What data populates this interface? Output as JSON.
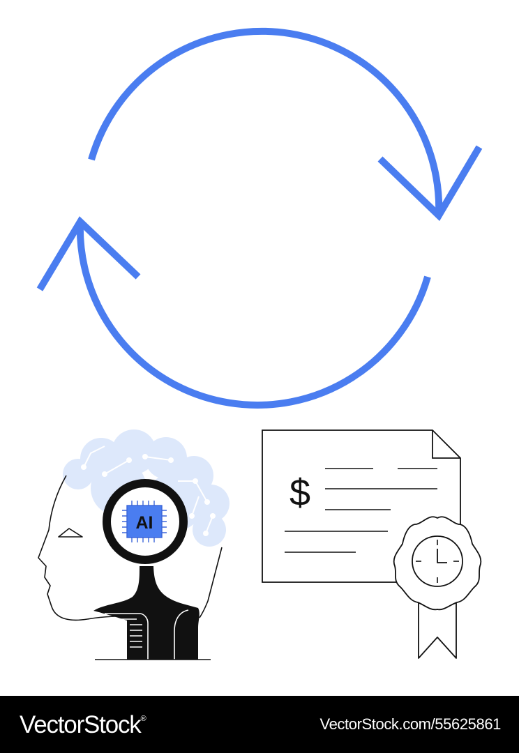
{
  "colors": {
    "accent": "#4a7df0",
    "cloud": "#dde8fb",
    "ink": "#111111",
    "footer_bg": "#000000",
    "footer_text": "#ffffff"
  },
  "illustration": {
    "chip_label": "AI",
    "certificate_currency": "$",
    "icons": [
      "refresh-cycle-icon",
      "ai-head-icon",
      "certificate-icon",
      "award-seal-icon",
      "clock-icon"
    ]
  },
  "footer": {
    "brand": "VectorStock",
    "brand_mark": "®",
    "url": "VectorStock.com/55625861"
  }
}
